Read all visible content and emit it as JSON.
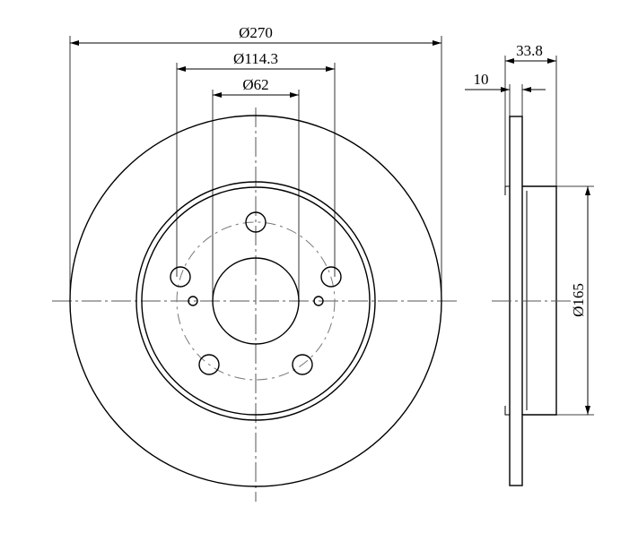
{
  "dimensions": {
    "outer_diameter": "Ø270",
    "pitch_circle_diameter": "Ø114.3",
    "center_bore": "Ø62",
    "total_height": "33.8",
    "disc_thickness": "10",
    "hub_diameter": "Ø165"
  }
}
